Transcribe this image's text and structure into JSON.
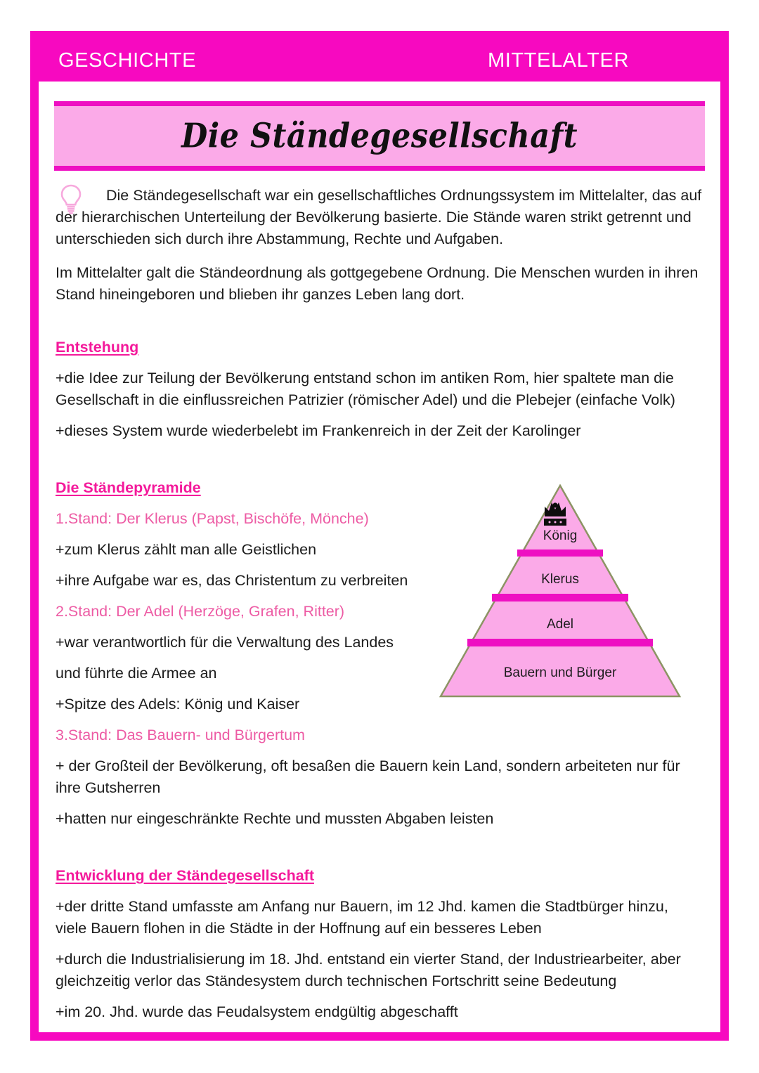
{
  "header": {
    "left": "GESCHICHTE",
    "right": "MITTELALTER"
  },
  "title": "Die Ständegesellschaft",
  "intro": {
    "icon": "lightbulb-icon",
    "paragraph_1": "Die Ständegesellschaft war ein gesellschaftliches Ordnungssystem im Mittelalter, das auf der hierarchischen Unterteilung der Bevölkerung basierte. Die Stände waren strikt getrennt und unterschieden sich durch ihre Abstammung, Rechte und Aufgaben.",
    "paragraph_2": "Im Mittelalter galt die Ständeordnung als gottgegebene Ordnung. Die Menschen wurden in ihren Stand hineingeboren und blieben ihr ganzes Leben lang dort."
  },
  "sections": {
    "entstehung": {
      "heading": "Entstehung",
      "bullets": [
        "+die Idee zur Teilung der Bevölkerung entstand schon im antiken Rom, hier spaltete man die Gesellschaft in die einflussreichen Patrizier (römischer Adel) und die Plebejer (einfache Volk)",
        "+dieses System wurde wiederbelebt im Frankenreich in der Zeit der Karolinger"
      ]
    },
    "staendepyramide": {
      "heading": "Die Ständepyramide",
      "stand_1": {
        "label": "1.Stand: Der Klerus (Papst, Bischöfe, Mönche)",
        "bullets": [
          "+zum Klerus zählt man alle Geistlichen",
          "+ihre Aufgabe war es, das Christentum zu verbreiten"
        ]
      },
      "stand_2": {
        "label": "2.Stand: Der Adel (Herzöge, Grafen, Ritter)",
        "bullets": [
          "+war verantwortlich für die Verwaltung des Landes",
          "und führte die Armee an",
          "+Spitze des Adels: König und Kaiser"
        ]
      },
      "stand_3": {
        "label": "3.Stand: Das Bauern- und Bürgertum",
        "bullets": [
          "+ der Großteil der Bevölkerung, oft besaßen die Bauern kein Land, sondern arbeiteten nur für ihre Gutsherren",
          "+hatten nur eingeschränkte Rechte und mussten Abgaben leisten"
        ]
      }
    },
    "entwicklung": {
      "heading": "Entwicklung der Ständegesellschaft",
      "bullets": [
        "+der dritte Stand umfasste am Anfang nur Bauern, im 12 Jhd. kamen die Stadtbürger hinzu, viele Bauern flohen in die Städte in der Hoffnung auf ein besseres Leben",
        "+durch die Industrialisierung im 18. Jhd. entstand ein vierter Stand, der Industriearbeiter, aber gleichzeitig verlor das Ständesystem durch technischen Fortschritt seine Bedeutung",
        "+im 20. Jhd. wurde das Feudalsystem endgültig abgeschafft"
      ]
    }
  },
  "pyramid": {
    "icon": "crown-icon",
    "levels": [
      "König",
      "Klerus",
      "Adel",
      "Bauern und Bürger"
    ],
    "fill_color": "#fbaae8",
    "outline_color": "#8c9464",
    "divider_color": "#ee10c2"
  },
  "colors": {
    "magenta": "#f709c0",
    "heading_pink": "#f4199b",
    "stand_pink": "#ed5ba4",
    "banner_pink": "#fbaae8",
    "text": "#1c1c1c"
  }
}
